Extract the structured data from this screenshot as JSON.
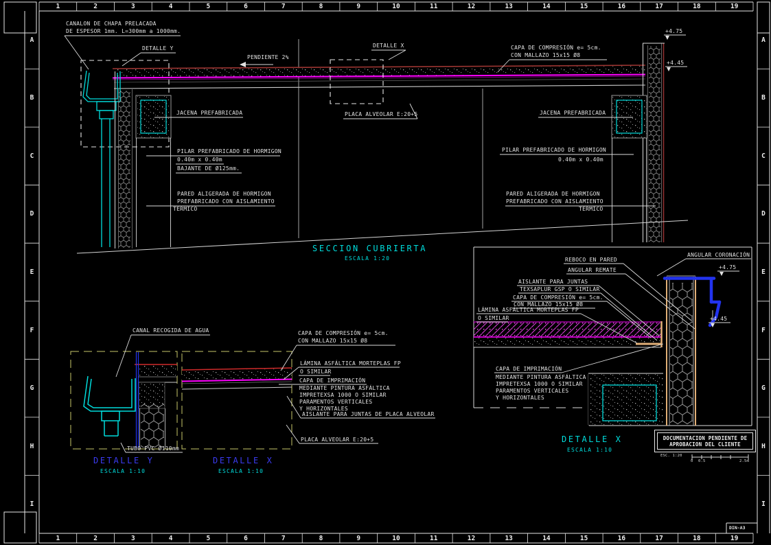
{
  "sheet": {
    "format": "DIN-A3"
  },
  "grid": {
    "cols": [
      "1",
      "2",
      "3",
      "4",
      "5",
      "6",
      "7",
      "8",
      "9",
      "10",
      "11",
      "12",
      "13",
      "14",
      "15",
      "16",
      "17",
      "18",
      "19"
    ],
    "rows": [
      "A",
      "B",
      "C",
      "D",
      "E",
      "F",
      "G",
      "H",
      "I"
    ]
  },
  "stamp": {
    "line1": "DOCUMENTACION PENDIENTE DE",
    "line2": "APROBACION DEL CLIENTE"
  },
  "scalebar": {
    "label": "ESC. 1:20",
    "t0": "0",
    "t1": "0.5",
    "t2": "2.5m"
  },
  "section": {
    "title": "SECCION CUBRIERTA",
    "scale": "ESCALA 1:20",
    "canalon1": "CANALON DE CHAPA PRELACADA",
    "canalon2": "DE ESPESOR 1mm. L=300mm a 1000mm.",
    "detalle_y": "DETALLE Y",
    "detalle_x": "DETALLE X",
    "pendiente": "PENDIENTE 2%",
    "capa1": "CAPA DE COMPRESIÓN e= 5cm.",
    "capa2": "CON MALLAZO 15x15 Ø8",
    "elev_475": "+4.75",
    "elev_445": "+4.45",
    "jacena": "JACENA PREFABRICADA",
    "placa": "PLACA ALVEOLAR E:20+5",
    "pilar": "PILAR PREFABRICADO DE HORMIGON",
    "pilar_dim": "0.40m x 0.40m",
    "bajante": "BAJANTE DE Ø125mm.",
    "pared1": "PARED ALIGERADA DE HORMIGON",
    "pared2": "PREFABRICADO CON AISLAMIENTO",
    "pared3": "TERMICO"
  },
  "detail_y": {
    "title": "DETALLE Y",
    "scale": "ESCALA 1:10",
    "canal": "CANAL RECOGIDA DE AGUA",
    "tubo": "TUBO PVC Ø110mm"
  },
  "detail_x": {
    "title": "DETALLE X",
    "scale": "ESCALA 1:10",
    "capa1": "CAPA DE COMPRESIÓN e= 5cm.",
    "capa2": "CON MALLAZO 15x15 Ø8",
    "lamina1": "LÁMINA ASFÁLTICA MORTEPLAS FP",
    "lamina2": "O SIMILAR",
    "imprim1": "CAPA DE IMPRIMACIÓN",
    "imprim2": "MEDIANTE PINTURA ASFÁLTICA",
    "imprim3": "IMPRETEXSA 1000 O SIMILAR",
    "imprim4": "PARAMENTOS VERTICALES",
    "imprim5": "Y HORIZONTALES",
    "aislante": "AISLANTE PARA JUNTAS DE PLACA ALVEOLAR",
    "placa": "PLACA ALVEOLAR E:20+5"
  },
  "detail_x_big": {
    "title": "DETALLE X",
    "scale": "ESCALA 1:10",
    "reboco": "REBOCO EN PARED",
    "remate": "ANGULAR REMATE",
    "aislante1": "AISLANTE PARA JUNTAS",
    "aislante2": "TEXSAPLUR GSP O SIMILAR",
    "capa1": "CAPA DE COMPRESIÓN e= 5cm.",
    "capa2": "CON MALLAZO 15x15 Ø8",
    "lamina1": "LÁMINA ASFÁLTICA MORTEPLAS FP",
    "lamina2": "O SIMILAR",
    "coronacion": "ANGULAR CORONACIÓN",
    "imprim1": "CAPA DE IMPRIMACIÓN",
    "imprim2": "MEDIANTE PINTURA ASFÁLTICA",
    "imprim3": "IMPRETEXSA 1000 O SIMILAR",
    "imprim4": "PARAMENTOS VERTICALES",
    "imprim5": "Y HORIZONTALES",
    "elev_475": "+4.75",
    "elev_445": "+4.45"
  },
  "colors": {
    "background": "#000000",
    "line_white": "#e2e2e2",
    "cyan": "#00dcdc",
    "blue": "#2233ee",
    "magenta": "#ff00ff",
    "purple": "#8b008b",
    "red": "#cf2a2a",
    "dark_red": "#9c3532",
    "yellow": "#c9c96a",
    "tan": "#e2b078",
    "gray_hatch": "#8f8f8f"
  }
}
